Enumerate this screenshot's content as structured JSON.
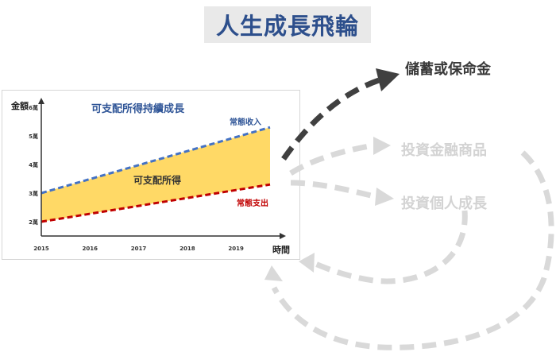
{
  "page_title": "人生成長飛輪",
  "options": {
    "save": "儲蓄或保命金",
    "invest_finance": "投資金融商品",
    "invest_self": "投資個人成長"
  },
  "colors": {
    "title_text": "#2d4f8c",
    "title_bg": "#e9e9e9",
    "income_line": "#4472c4",
    "expense_line": "#c00000",
    "disposable_fill": "#ffd966",
    "arrow_dark": "#404040",
    "arrow_light": "#d9d9d9"
  },
  "chart_data": {
    "type": "area",
    "title": "可支配所得持續成長",
    "xlabel": "時間",
    "ylabel": "金額",
    "x_ticks": [
      "2015",
      "2016",
      "2017",
      "2018",
      "2019"
    ],
    "y_ticks": [
      "2萬",
      "3萬",
      "4萬",
      "5萬",
      "6萬"
    ],
    "ylim": [
      1.5,
      6
    ],
    "xlim": [
      2015,
      2019.7
    ],
    "grid": false,
    "area_label": "可支配所得",
    "series": [
      {
        "name": "常態收入",
        "style": "dashed",
        "x": [
          2015,
          2019.7
        ],
        "y": [
          3.0,
          5.3
        ]
      },
      {
        "name": "常態支出",
        "style": "dashed",
        "x": [
          2015,
          2019.7
        ],
        "y": [
          2.0,
          3.3
        ]
      }
    ]
  }
}
